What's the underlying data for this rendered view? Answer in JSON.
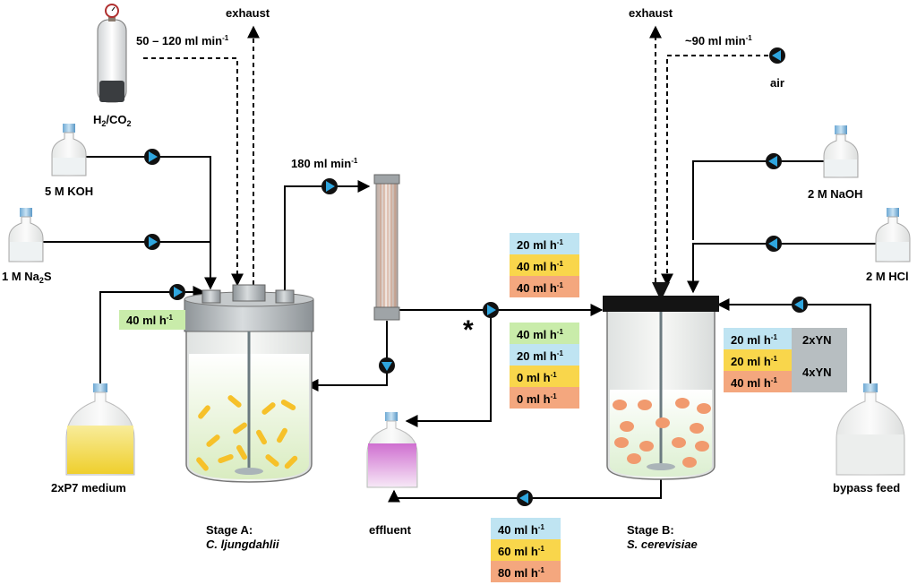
{
  "gas_bottle_label": "H2/CO2",
  "gas_bottle_label_main": "H",
  "gas_bottle_label_sub1": "2",
  "gas_bottle_label_mid": "/CO",
  "gas_bottle_label_sub2": "2",
  "exhaust_a": "exhaust",
  "exhaust_b": "exhaust",
  "gas_flow_a": "50 – 120 ml min",
  "gas_flow_a_exp": "-1",
  "gas_flow_b": "~90 ml min",
  "gas_flow_b_exp": "-1",
  "air_label": "air",
  "recirc_flow": "180 ml min",
  "recirc_flow_exp": "-1",
  "koh_label": "5 M KOH",
  "na2s_main": "1 M Na",
  "na2s_sub": "2",
  "na2s_end": "S",
  "medium_label": "2xP7 medium",
  "medium_rate": "40 ml h",
  "medium_rate_exp": "-1",
  "naoh_label": "2 M NaOH",
  "hcl_label": "2 M HCl",
  "bypass_label": "bypass feed",
  "effluent_label": "effluent",
  "stage_a_title": "Stage A:",
  "stage_a_organism": "C. ljungdahlii",
  "stage_b_title": "Stage B:",
  "stage_b_organism": "S. cerevisiae",
  "asterisk": "*",
  "transfer_rates": [
    {
      "value": "20 ml h",
      "exp": "-1",
      "color": "#bfe4f2"
    },
    {
      "value": "40 ml h",
      "exp": "-1",
      "color": "#f9d64b"
    },
    {
      "value": "40 ml h",
      "exp": "-1",
      "color": "#f4a77e"
    }
  ],
  "effluent_a_rates": [
    {
      "value": "40 ml h",
      "exp": "-1",
      "color": "#c9ecaa"
    },
    {
      "value": "20 ml h",
      "exp": "-1",
      "color": "#bfe4f2"
    },
    {
      "value": "0 ml h",
      "exp": "-1",
      "color": "#f9d64b"
    },
    {
      "value": "0 ml h",
      "exp": "-1",
      "color": "#f4a77e"
    }
  ],
  "bypass_rates": [
    {
      "value": "20 ml h",
      "exp": "-1",
      "color": "#bfe4f2"
    },
    {
      "value": "20 ml h",
      "exp": "-1",
      "color": "#f9d64b"
    },
    {
      "value": "40 ml h",
      "exp": "-1",
      "color": "#f4a77e"
    }
  ],
  "bypass_media": [
    "2xYN",
    "4xYN"
  ],
  "bypass_media_color": "#b7bec1",
  "effluent_b_rates": [
    {
      "value": "40 ml h",
      "exp": "-1",
      "color": "#bfe4f2"
    },
    {
      "value": "60 ml h",
      "exp": "-1",
      "color": "#f9d64b"
    },
    {
      "value": "80 ml h",
      "exp": "-1",
      "color": "#f4a77e"
    }
  ],
  "colors": {
    "pump_blue": "#2fa6df",
    "bacteria": "#f6c12a",
    "yeast": "#f19a6e",
    "medium_yellow": "#f4e063",
    "effluent_pink": "#d78bd8"
  }
}
